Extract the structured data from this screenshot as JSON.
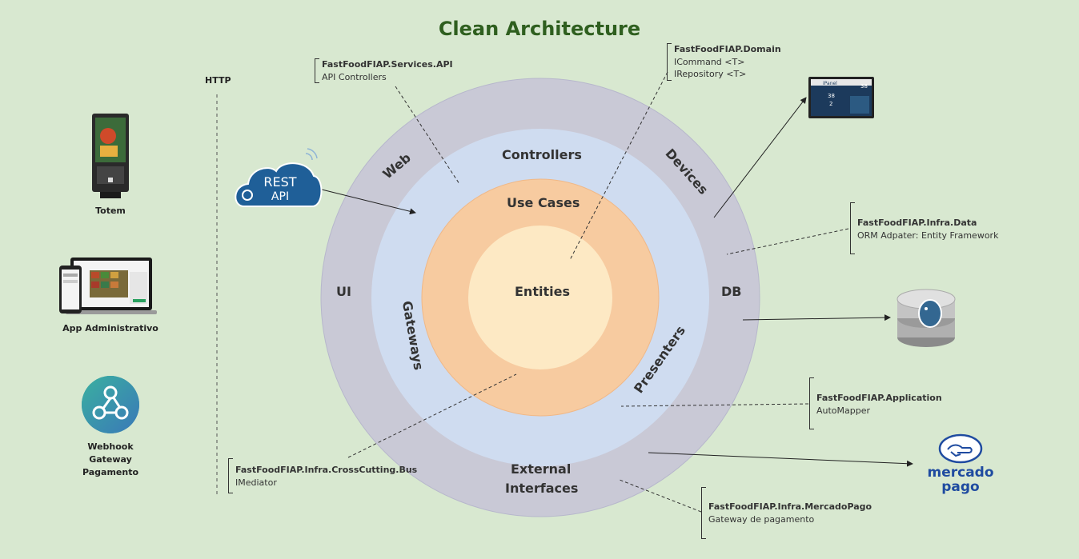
{
  "title": "Clean Architecture",
  "http_label": "HTTP",
  "clients": [
    {
      "label": "Totem",
      "icon": "kiosk-icon"
    },
    {
      "label": "App Administrativo",
      "icon": "laptop-phone-icon"
    },
    {
      "label": "Webhook\nGateway\nPagamento",
      "icon": "webhook-icon"
    }
  ],
  "rest_api": {
    "line1": "REST",
    "line2": "API"
  },
  "rings": {
    "outer": [
      "Web",
      "Devices",
      "UI",
      "DB",
      "External",
      "Interfaces"
    ],
    "middle": [
      "Controllers",
      "Gateways",
      "Presenters"
    ],
    "inner": "Use Cases",
    "core": "Entities"
  },
  "notes": {
    "services_api": {
      "name": "FastFoodFIAP.Services.API",
      "lines": [
        "API Controllers"
      ]
    },
    "domain": {
      "name": "FastFoodFIAP.Domain",
      "lines": [
        "ICommand <T>",
        "IRepository <T>"
      ]
    },
    "infra_data": {
      "name": "FastFoodFIAP.Infra.Data",
      "lines": [
        "ORM Adpater: Entity Framework"
      ]
    },
    "application": {
      "name": "FastFoodFIAP.Application",
      "lines": [
        "AutoMapper"
      ]
    },
    "crosscutting": {
      "name": "FastFoodFIAP.Infra.CrossCutting.Bus",
      "lines": [
        "IMediator"
      ]
    },
    "mercadopago": {
      "name": "FastFoodFIAP.Infra.MercadoPago",
      "lines": [
        "Gateway de pagamento"
      ]
    }
  },
  "panel": {
    "brand": "iPanel",
    "n1": "38",
    "n2": "38",
    "n3": "2"
  },
  "mercado": {
    "line1": "mercado",
    "line2": "pago"
  },
  "colors": {
    "background": "#d8e8d0",
    "outer_ring": "#c9c9d6",
    "middle_ring": "#cfdcf0",
    "inner_ring": "#f7cba0",
    "core": "#fde9c4",
    "title": "#2f5f1f",
    "mercado_blue": "#1f4ba0"
  }
}
